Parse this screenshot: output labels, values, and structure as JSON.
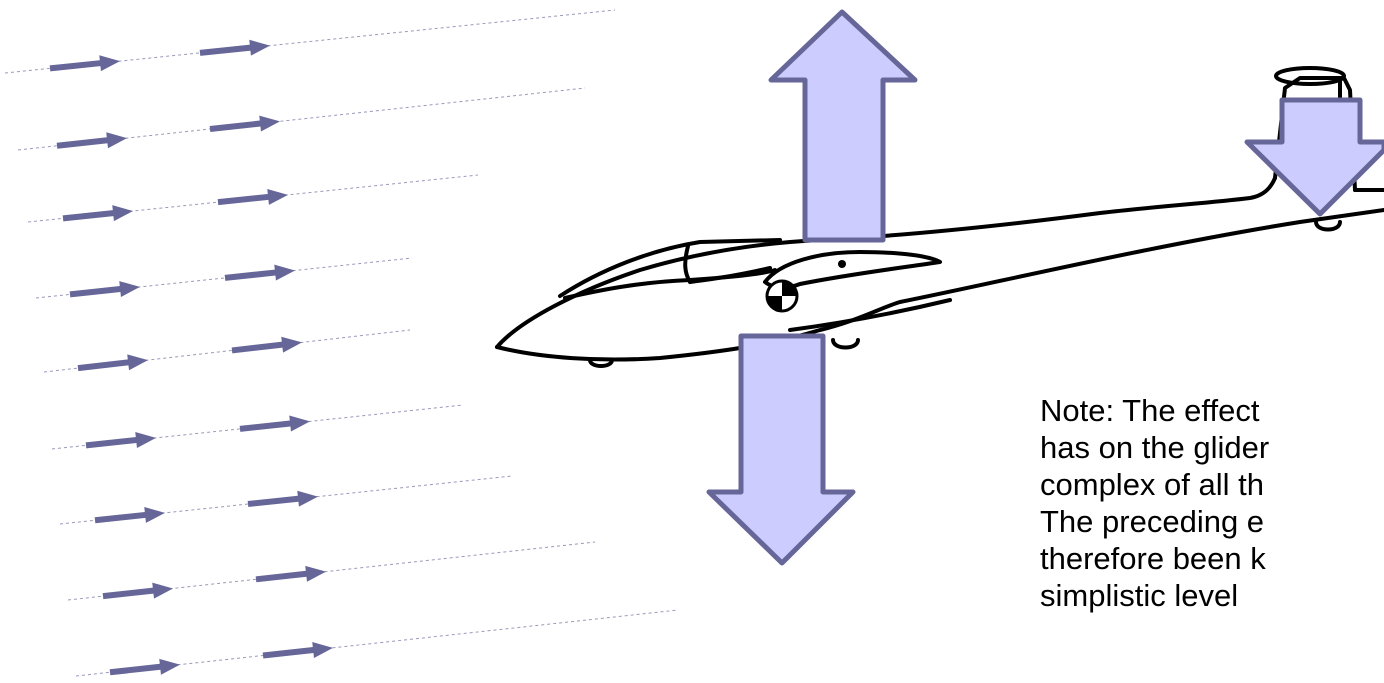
{
  "note": {
    "lines": [
      "Note: The effect",
      "has on the glider",
      "complex of all th",
      "The preceding e",
      "therefore been k",
      "simplistic level"
    ]
  },
  "colors": {
    "arrow_fill": "#ccccff",
    "arrow_stroke": "#666699",
    "airflow_arrow": "#666699",
    "airflow_line": "#9999bb",
    "outline": "#000000"
  },
  "icons": {
    "center_of_gravity": "cg-symbol-icon"
  }
}
